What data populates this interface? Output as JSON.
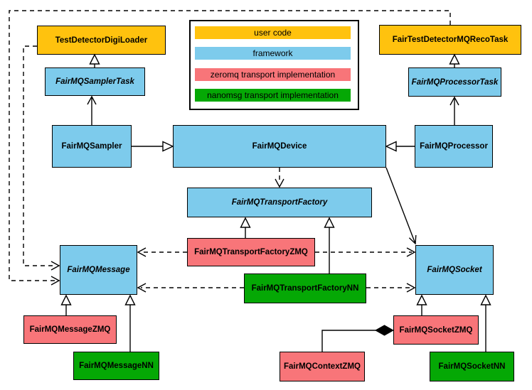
{
  "legend": {
    "items": [
      {
        "label": "user code",
        "color": "#FFC20E"
      },
      {
        "label": "framework",
        "color": "#7DCBEC"
      },
      {
        "label": "zeromq transport implementation",
        "color": "#F87579"
      },
      {
        "label": "nanomsg transport implementation",
        "color": "#05A805"
      }
    ]
  },
  "nodes": {
    "testDetectorDigiLoader": {
      "label": "TestDetectorDigiLoader",
      "color": "#FFC20E",
      "abstract": false
    },
    "fairTestDetectorMQRecoTask": {
      "label": "FairTestDetectorMQRecoTask",
      "color": "#FFC20E",
      "abstract": false
    },
    "fairMQSamplerTask": {
      "label": "FairMQSamplerTask",
      "color": "#7DCBEC",
      "abstract": true
    },
    "fairMQProcessorTask": {
      "label": "FairMQProcessorTask",
      "color": "#7DCBEC",
      "abstract": true
    },
    "fairMQSampler": {
      "label": "FairMQSampler",
      "color": "#7DCBEC",
      "abstract": false
    },
    "fairMQDevice": {
      "label": "FairMQDevice",
      "color": "#7DCBEC",
      "abstract": false
    },
    "fairMQProcessor": {
      "label": "FairMQProcessor",
      "color": "#7DCBEC",
      "abstract": false
    },
    "fairMQTransportFactory": {
      "label": "FairMQTransportFactory",
      "color": "#7DCBEC",
      "abstract": true
    },
    "fairMQTransportFactoryZMQ": {
      "label": "FairMQTransportFactoryZMQ",
      "color": "#F87579",
      "abstract": false
    },
    "fairMQTransportFactoryNN": {
      "label": "FairMQTransportFactoryNN",
      "color": "#05A805",
      "abstract": false
    },
    "fairMQMessage": {
      "label": "FairMQMessage",
      "color": "#7DCBEC",
      "abstract": true
    },
    "fairMQSocket": {
      "label": "FairMQSocket",
      "color": "#7DCBEC",
      "abstract": true
    },
    "fairMQMessageZMQ": {
      "label": "FairMQMessageZMQ",
      "color": "#F87579",
      "abstract": false
    },
    "fairMQMessageNN": {
      "label": "FairMQMessageNN",
      "color": "#05A805",
      "abstract": false
    },
    "fairMQSocketZMQ": {
      "label": "FairMQSocketZMQ",
      "color": "#F87579",
      "abstract": false
    },
    "fairMQContextZMQ": {
      "label": "FairMQContextZMQ",
      "color": "#F87579",
      "abstract": false
    },
    "fairMQSocketNN": {
      "label": "FairMQSocketNN",
      "color": "#05A805",
      "abstract": false
    }
  },
  "edges": [
    {
      "from": "FairMQSamplerTask",
      "to": "TestDetectorDigiLoader",
      "type": "generalization"
    },
    {
      "from": "FairMQProcessorTask",
      "to": "FairTestDetectorMQRecoTask",
      "type": "generalization"
    },
    {
      "from": "FairMQSampler",
      "to": "FairMQSamplerTask",
      "type": "directed-association"
    },
    {
      "from": "FairMQProcessor",
      "to": "FairMQProcessorTask",
      "type": "directed-association"
    },
    {
      "from": "FairMQSampler",
      "to": "FairMQDevice",
      "type": "generalization"
    },
    {
      "from": "FairMQProcessor",
      "to": "FairMQDevice",
      "type": "generalization"
    },
    {
      "from": "FairMQDevice",
      "to": "FairMQTransportFactory",
      "type": "dependency"
    },
    {
      "from": "FairMQDevice",
      "to": "FairMQSocket",
      "type": "directed-association"
    },
    {
      "from": "FairMQTransportFactoryZMQ",
      "to": "FairMQTransportFactory",
      "type": "generalization"
    },
    {
      "from": "FairMQTransportFactoryNN",
      "to": "FairMQTransportFactory",
      "type": "generalization"
    },
    {
      "from": "FairMQTransportFactoryZMQ",
      "to": "FairMQMessage",
      "type": "dependency"
    },
    {
      "from": "FairMQTransportFactoryZMQ",
      "to": "FairMQSocket",
      "type": "dependency"
    },
    {
      "from": "FairMQTransportFactoryNN",
      "to": "FairMQMessage",
      "type": "dependency"
    },
    {
      "from": "FairMQTransportFactoryNN",
      "to": "FairMQSocket",
      "type": "dependency"
    },
    {
      "from": "TestDetectorDigiLoader",
      "to": "FairMQMessage",
      "type": "dependency"
    },
    {
      "from": "FairTestDetectorMQRecoTask",
      "to": "FairMQMessage",
      "type": "dependency"
    },
    {
      "from": "FairMQMessageZMQ",
      "to": "FairMQMessage",
      "type": "generalization"
    },
    {
      "from": "FairMQMessageNN",
      "to": "FairMQMessage",
      "type": "generalization"
    },
    {
      "from": "FairMQSocketZMQ",
      "to": "FairMQSocket",
      "type": "generalization"
    },
    {
      "from": "FairMQSocketNN",
      "to": "FairMQSocket",
      "type": "generalization"
    },
    {
      "from": "FairMQContextZMQ",
      "to": "FairMQSocketZMQ",
      "type": "composition"
    }
  ]
}
